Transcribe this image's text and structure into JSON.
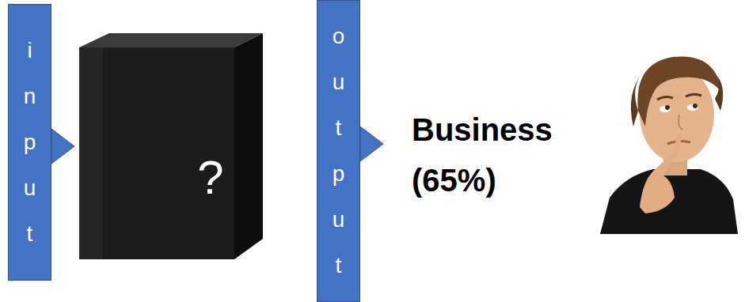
{
  "diagram": {
    "nodes": [
      {
        "text": [
          "input"
        ]
      },
      {
        "text": [
          "?"
        ]
      },
      {
        "text": [
          "output"
        ]
      }
    ],
    "edges": [
      {
        "from": 0,
        "to": 1,
        "arrow": "to"
      }
    ],
    "labels": [
      "Business (65%)"
    ]
  }
}
